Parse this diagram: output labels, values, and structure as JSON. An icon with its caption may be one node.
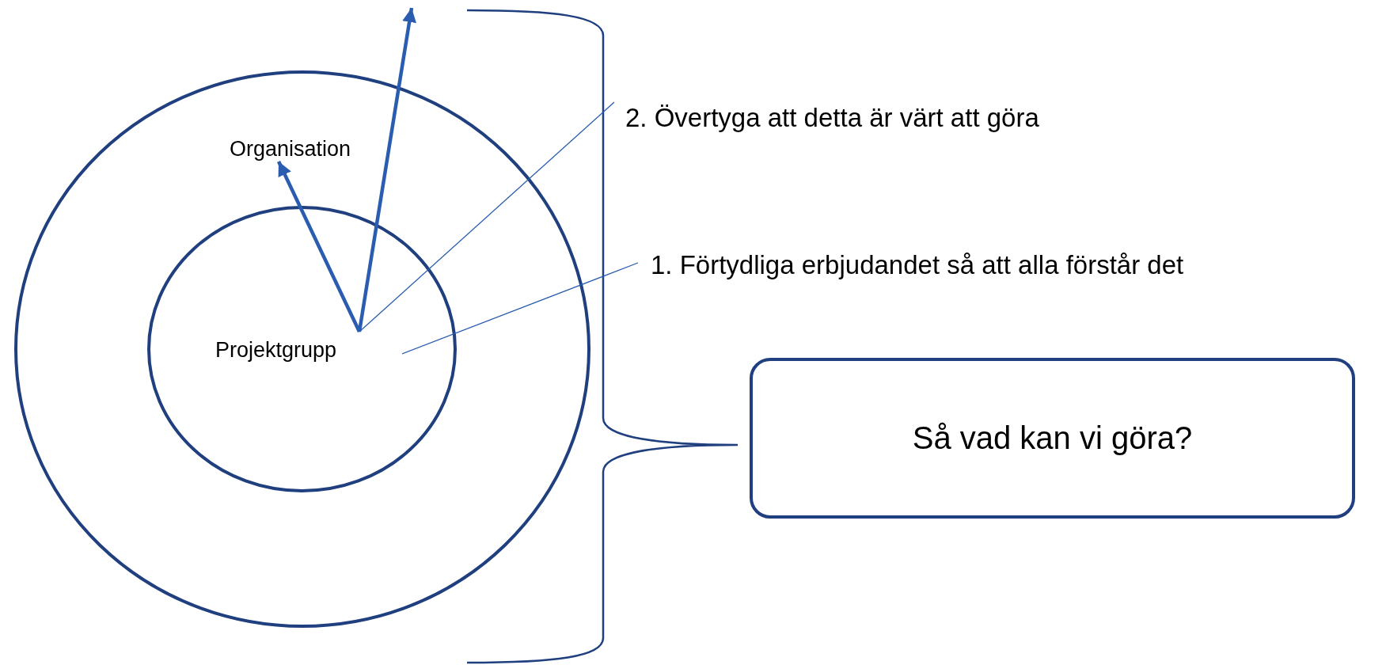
{
  "diagram": {
    "nodes": [
      {
        "text": [],
        "shape": "circle"
      },
      {
        "text": [
          "Organisation"
        ],
        "in": 0
      },
      {
        "text": [
          "Projektgrupp"
        ],
        "in": 0
      },
      {
        "text": [
          "2. Övertyga att detta är värt att göra"
        ]
      },
      {
        "text": [
          "1. Förtydliga erbjudandet så att alla förstår det"
        ]
      },
      {
        "text": [
          "Så vad kan vi göra?"
        ]
      }
    ],
    "edges": [
      {
        "from": 2,
        "to": 1,
        "arrow": "to",
        "style": "thick"
      },
      {
        "from": 2,
        "to": null,
        "arrow": "to",
        "style": "thick"
      },
      {
        "from": 2,
        "to": 3,
        "arrow": "none"
      },
      {
        "from": 2,
        "to": 4,
        "arrow": "none"
      }
    ]
  }
}
